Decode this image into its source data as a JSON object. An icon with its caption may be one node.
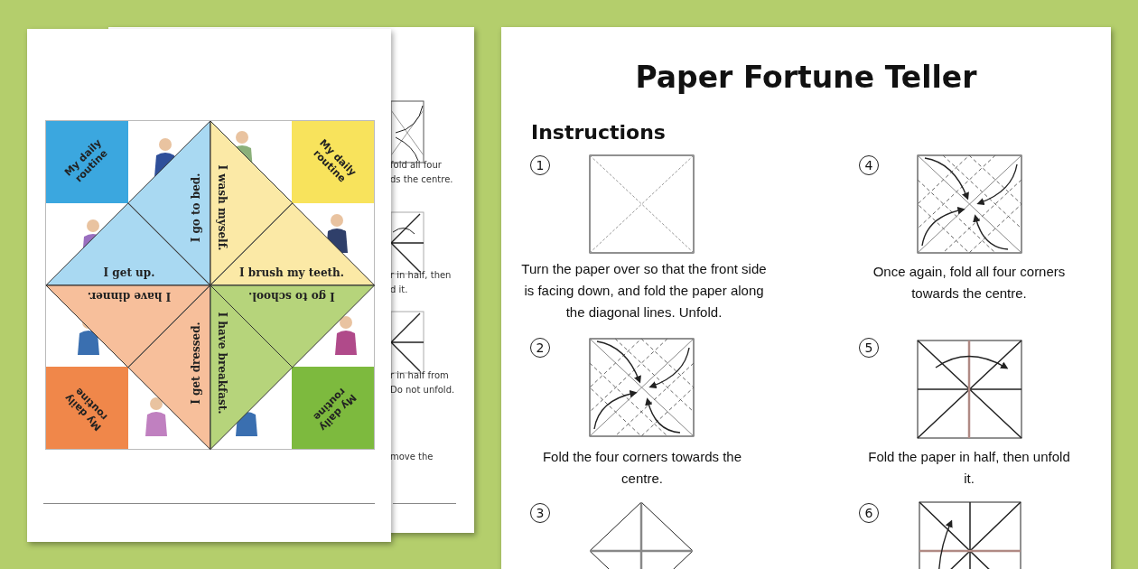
{
  "diagram": {
    "title": "Paper Fortune Teller",
    "nodes": [
      {
        "text": [
          "My daily routine"
        ]
      },
      {
        "text": [
          "I go to bed."
        ]
      },
      {
        "text": [
          "I wash myself."
        ]
      },
      {
        "text": [
          "My daily routine"
        ]
      },
      {
        "text": [
          "I get up."
        ]
      },
      {
        "text": [
          "I brush my teeth."
        ]
      },
      {
        "text": [
          "I have dinner."
        ]
      },
      {
        "text": [
          "I go to school."
        ]
      },
      {
        "text": [
          "I get dressed."
        ]
      },
      {
        "text": [
          "I have breakfast."
        ]
      },
      {
        "text": [
          "My daily routine"
        ]
      },
      {
        "text": [
          "My daily routine"
        ]
      },
      {
        "text": [
          "1"
        ]
      },
      {
        "text": [
          "2"
        ]
      },
      {
        "text": [
          "3"
        ]
      },
      {
        "text": [
          "4"
        ]
      },
      {
        "text": [
          "5"
        ]
      },
      {
        "text": [
          "6"
        ]
      }
    ],
    "labels": [
      "Instructions",
      "Turn the paper over so that the front side is facing down, and fold the paper along the diagonal lines. Unfold.",
      "Once again, fold all four corners towards the centre.",
      "Fold the four corners towards the centre.",
      "Fold the paper in half, then unfold it.",
      "fold all four",
      "ds the centre.",
      "r in half, then",
      "d it.",
      "r in half from",
      "Do not unfold.",
      "move the"
    ]
  }
}
